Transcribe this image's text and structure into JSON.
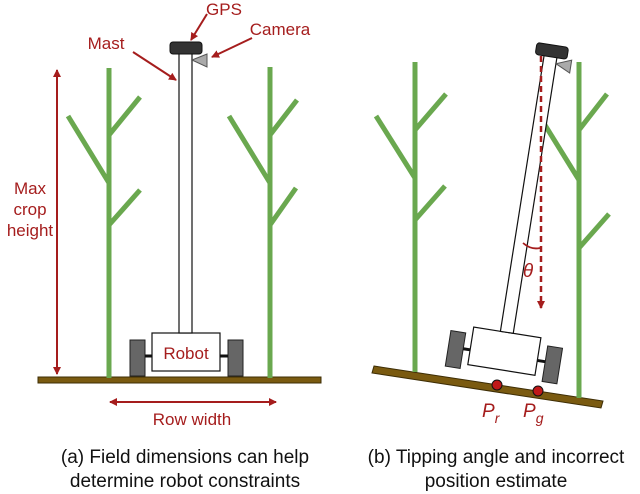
{
  "colors": {
    "plant": "#6aa84f",
    "ground": "#7a5a10",
    "annotation": "#a51d1d",
    "wheel": "#666666",
    "gps": "#333333",
    "camera": "#aaaaaa"
  },
  "panel_a": {
    "labels": {
      "gps": "GPS",
      "camera": "Camera",
      "mast": "Mast",
      "max_crop_1": "Max",
      "max_crop_2": "crop",
      "max_crop_3": "height",
      "robot": "Robot",
      "row_width": "Row width"
    },
    "caption_line1": "(a) Field dimensions can help",
    "caption_line2": "determine robot constraints"
  },
  "panel_b": {
    "labels": {
      "theta": "θ",
      "pr_base": "P",
      "pr_sub": "r",
      "pg_base": "P",
      "pg_sub": "g"
    },
    "caption_line1": "(b) Tipping angle and incorrect",
    "caption_line2": "position estimate"
  }
}
